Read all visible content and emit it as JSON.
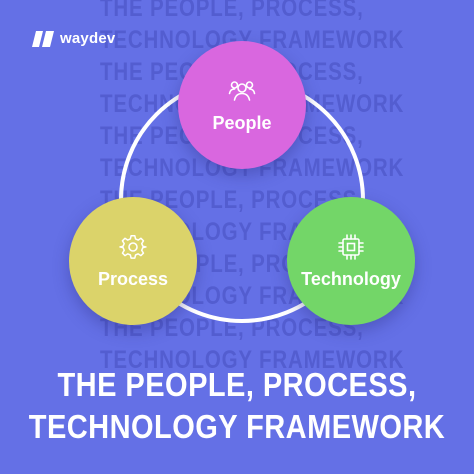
{
  "brand": {
    "name": "waydev",
    "logo_icon": "waydev-logo-icon"
  },
  "colors": {
    "background": "#6470e6",
    "people": "#d967df",
    "process": "#dbd36a",
    "technology": "#73d668",
    "ring": "#ffffff"
  },
  "background_text": [
    "THE PEOPLE, PROCESS,",
    "TECHNOLOGY FRAMEWORK",
    "THE PEOPLE, PROCESS,",
    "TECHNOLOGY FRAMEWORK",
    "THE PEOPLE, PROCESS,",
    "TECHNOLOGY FRAMEWORK",
    "THE PEOPLE, PROCESS,",
    "TECHNOLOGY FRAMEWORK",
    "THE PEOPLE, PROCESS,",
    "TECHNOLOGY FRAMEWORK",
    "THE PEOPLE, PROCESS,",
    "TECHNOLOGY FRAMEWORK"
  ],
  "nodes": {
    "people": {
      "label": "People",
      "icon": "people-group-icon"
    },
    "process": {
      "label": "Process",
      "icon": "gear-icon"
    },
    "technology": {
      "label": "Technology",
      "icon": "cpu-chip-icon"
    }
  },
  "headline": {
    "line1": "THE PEOPLE, PROCESS,",
    "line2": "TECHNOLOGY FRAMEWORK"
  }
}
